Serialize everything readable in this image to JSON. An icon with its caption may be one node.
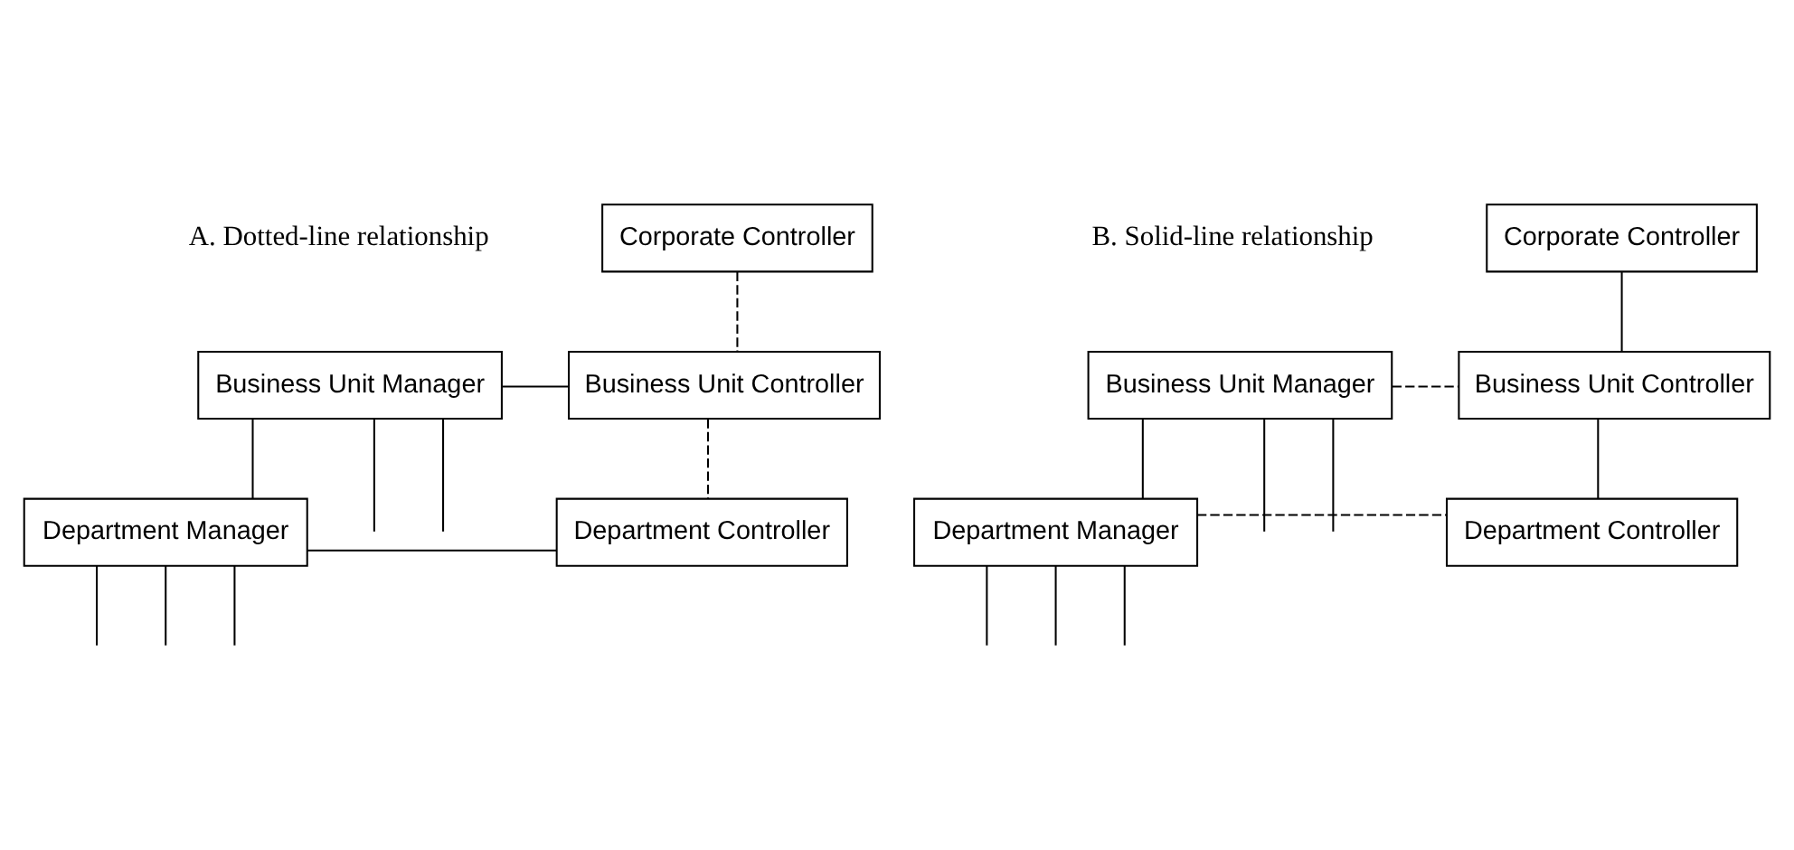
{
  "diagram": {
    "nodes": [
      {
        "text": [
          "Corporate Controller"
        ]
      },
      {
        "text": [
          "Business Unit Manager"
        ]
      },
      {
        "text": [
          "Business Unit Controller"
        ]
      },
      {
        "text": [
          "Department Manager"
        ]
      },
      {
        "text": [
          "Department Controller"
        ]
      },
      {
        "text": [
          "Corporate Controller"
        ]
      },
      {
        "text": [
          "Business Unit Manager"
        ]
      },
      {
        "text": [
          "Business Unit Controller"
        ]
      },
      {
        "text": [
          "Department Manager"
        ]
      },
      {
        "text": [
          "Department Controller"
        ]
      }
    ],
    "edges": [
      {
        "from": 0,
        "to": 2,
        "arrow": "none",
        "style": "dashed"
      },
      {
        "from": 1,
        "to": null,
        "arrow": "none"
      },
      {
        "from": 1,
        "to": 3,
        "arrow": "none"
      },
      {
        "from": 1,
        "to": null,
        "arrow": "none"
      },
      {
        "from": 1,
        "to": 2,
        "arrow": "none"
      },
      {
        "from": 2,
        "to": 4,
        "arrow": "none",
        "style": "dashed"
      },
      {
        "from": 3,
        "to": null,
        "arrow": "none"
      },
      {
        "from": 3,
        "to": null,
        "arrow": "none"
      },
      {
        "from": 3,
        "to": null,
        "arrow": "none"
      },
      {
        "from": 3,
        "to": 4,
        "arrow": "none"
      },
      {
        "from": 5,
        "to": 7,
        "arrow": "none"
      },
      {
        "from": 6,
        "to": null,
        "arrow": "none"
      },
      {
        "from": 6,
        "to": 8,
        "arrow": "none"
      },
      {
        "from": 6,
        "to": null,
        "arrow": "none"
      },
      {
        "from": 6,
        "to": 7,
        "arrow": "none",
        "style": "dashed"
      },
      {
        "from": 7,
        "to": 9,
        "arrow": "none"
      },
      {
        "from": 8,
        "to": null,
        "arrow": "none"
      },
      {
        "from": 8,
        "to": null,
        "arrow": "none"
      },
      {
        "from": 8,
        "to": null,
        "arrow": "none"
      },
      {
        "from": 8,
        "to": 9,
        "arrow": "none",
        "style": "dashed"
      }
    ],
    "labels": [
      "A. Dotted-line relationship",
      "B. Solid-line relationship"
    ]
  }
}
